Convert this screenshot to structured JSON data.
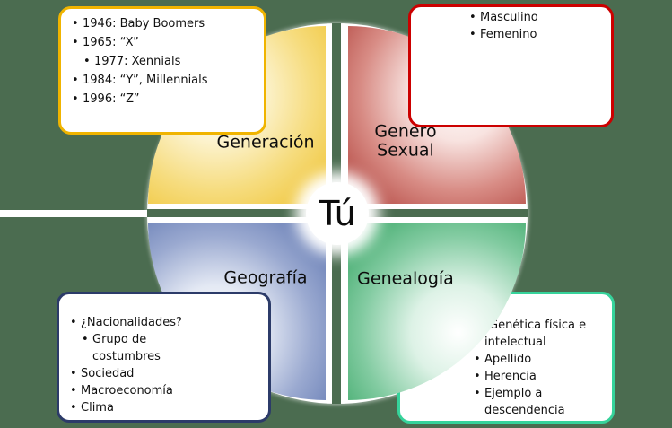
{
  "diagram": {
    "center_label": "Tú",
    "background_color": "#4B6C50",
    "quadrants": [
      {
        "id": "generation",
        "label": "Generación",
        "color": "#EFC22E"
      },
      {
        "id": "gender",
        "label": "Genero\nSexual",
        "color": "#AC3A34"
      },
      {
        "id": "geography",
        "label": "Geografía",
        "color": "#5A72AE"
      },
      {
        "id": "genealogy",
        "label": "Genealogía",
        "color": "#2FA15E"
      }
    ]
  },
  "callouts": {
    "generation": {
      "border_color": "#F0B400",
      "items": [
        {
          "text": "1946: Baby Boomers",
          "level": 1,
          "bullet": true
        },
        {
          "text": "1965: “X”",
          "level": 1,
          "bullet": true
        },
        {
          "text": "1977: Xennials",
          "level": 2,
          "bullet": true
        },
        {
          "text": "1984: “Y”, Millennials",
          "level": 1,
          "bullet": true
        },
        {
          "text": "1996: “Z”",
          "level": 1,
          "bullet": true
        }
      ]
    },
    "gender": {
      "border_color": "#CC0000",
      "items": [
        {
          "text": "Masculino",
          "level": 1,
          "bullet": true
        },
        {
          "text": "Femenino",
          "level": 1,
          "bullet": true
        }
      ]
    },
    "geography": {
      "border_color": "#2C3B69",
      "items": [
        {
          "text": "¿Nacionalidades?",
          "level": 1,
          "bullet": true
        },
        {
          "text": "Grupo de\ncostumbres",
          "level": 2,
          "bullet": true
        },
        {
          "text": "Sociedad",
          "level": 1,
          "bullet": true
        },
        {
          "text": "Macroeconomía",
          "level": 1,
          "bullet": true
        },
        {
          "text": "Clima",
          "level": 1,
          "bullet": true
        }
      ]
    },
    "genealogy": {
      "border_color": "#36D39B",
      "items": [
        {
          "text": "Genética física e\nintelectual",
          "level": 1,
          "bullet": false
        },
        {
          "text": "Apellido",
          "level": 1,
          "bullet": true
        },
        {
          "text": "Herencia",
          "level": 1,
          "bullet": true
        },
        {
          "text": "Ejemplo a\ndescendencia",
          "level": 1,
          "bullet": true
        }
      ]
    }
  }
}
